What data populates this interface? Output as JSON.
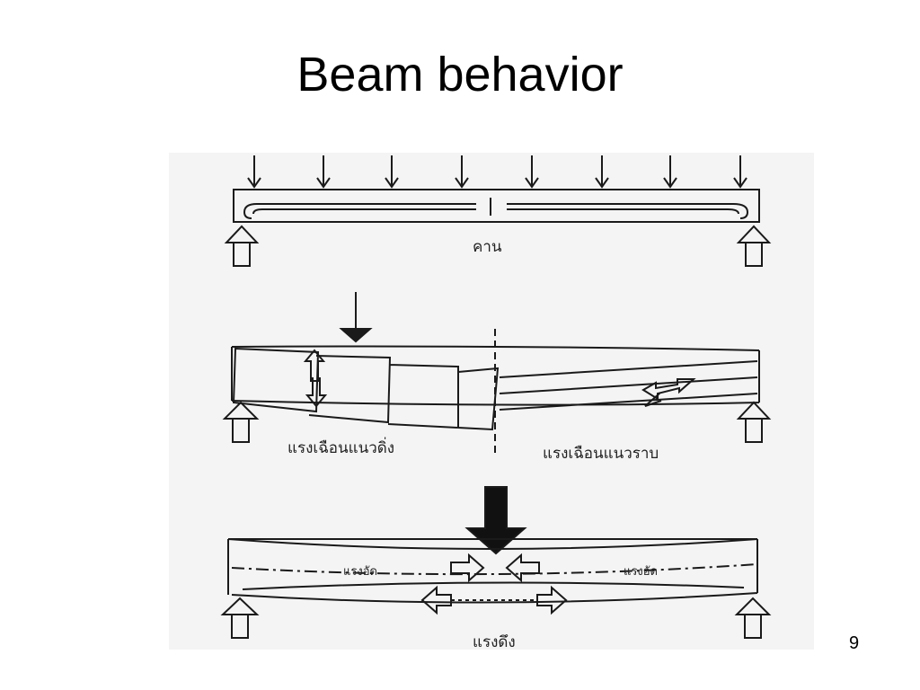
{
  "slide": {
    "title": "Beam behavior",
    "page_number": "9"
  },
  "figure": {
    "panel1_label": "คาน",
    "panel2_left_label": "แรงเฉือนแนวดิ่ง",
    "panel2_right_label": "แรงเฉือนแนวราบ",
    "panel3_left_label": "แรงอัด",
    "panel3_right_label": "แรงอัด",
    "panel3_bottom_label": "แรงดึง"
  }
}
